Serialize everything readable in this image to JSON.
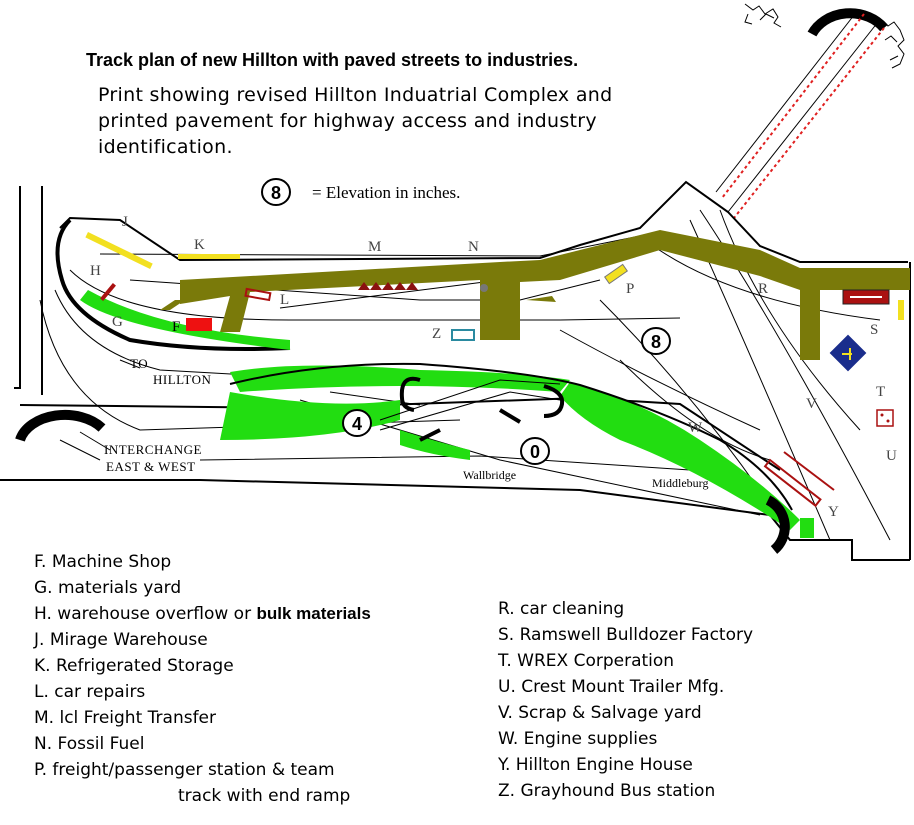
{
  "title": "Track plan of new Hillton with paved streets to industries.",
  "subtitle": "Print showing revised Hillton Induatrial Complex and printed pavement for highway access and industry identification.",
  "elevation_note": {
    "symbol": "8",
    "text": "= Elevation in inches."
  },
  "elevations": [
    "8",
    "4",
    "0"
  ],
  "map_labels": {
    "J": "J",
    "K": "K",
    "M": "M",
    "N": "N",
    "H": "H",
    "L": "L",
    "G": "G",
    "F": "F",
    "Z": "Z",
    "P": "P",
    "R": "R",
    "S": "S",
    "T": "T",
    "U": "U",
    "V": "V",
    "W": "W",
    "Y": "Y"
  },
  "place_labels": {
    "to_hillton_1": "TO",
    "to_hillton_2": "HILLTON",
    "interchange_1": "INTERCHANGE",
    "interchange_2": "EAST & WEST",
    "wallbridge": "Wallbridge",
    "middleburg": "Middleburg"
  },
  "legend_left": [
    {
      "text": "F. Machine Shop"
    },
    {
      "text": "G. materials yard"
    },
    {
      "text": "H. warehouse overflow or ",
      "bold": "bulk materials"
    },
    {
      "text": "J. Mirage Warehouse"
    },
    {
      "text": "K. Refrigerated Storage"
    },
    {
      "text": "L. car repairs"
    },
    {
      "text": "M. lcl Freight Transfer"
    },
    {
      "text": "N. Fossil Fuel"
    },
    {
      "text": "P. freight/passenger station & team"
    },
    {
      "text": "track with end ramp"
    }
  ],
  "legend_right": [
    {
      "text": "R. car cleaning"
    },
    {
      "text": "S. Ramswell Bulldozer Factory"
    },
    {
      "text": "T. WREX Corperation"
    },
    {
      "text": "U. Crest Mount Trailer Mfg."
    },
    {
      "text": "V.  Scrap & Salvage yard"
    },
    {
      "text": "W.  Engine supplies"
    },
    {
      "text": "Y.  Hillton Engine House"
    },
    {
      "text": "Z.  Grayhound Bus station"
    }
  ],
  "colors": {
    "pavement": "#7a7a0a",
    "foliage": "#22dd11",
    "building_red": "#aa1111",
    "yellow": "#f2e020",
    "diamond_blue": "#1a2d8c"
  }
}
